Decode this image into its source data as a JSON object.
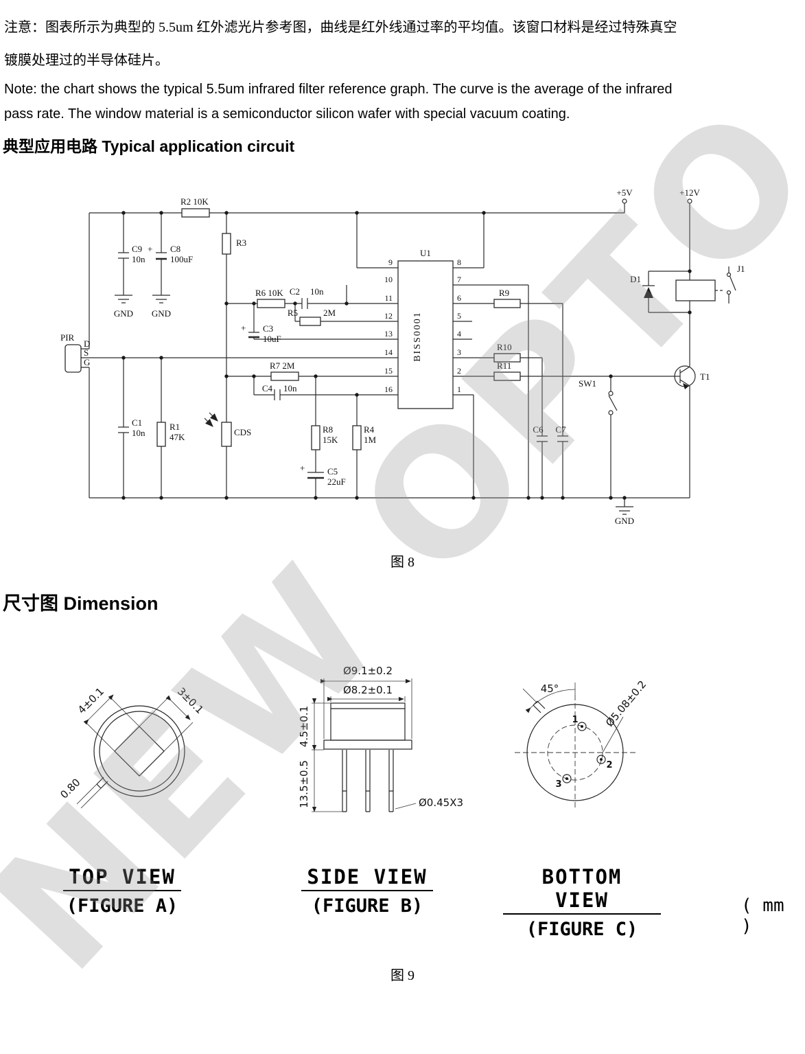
{
  "note": {
    "cn_line1": "注意：图表所示为典型的 5.5um 红外滤光片参考图，曲线是红外线通过率的平均值。该窗口材料是经过特殊真空",
    "cn_line2": "镀膜处理过的半导体硅片。",
    "en_line1": "Note: the chart shows the typical 5.5um infrared filter reference graph. The curve is the average of the infrared",
    "en_line2": "pass rate. The window material is a semiconductor silicon wafer with special vacuum coating."
  },
  "sections": {
    "circuit_heading_cn": "典型应用电路",
    "circuit_heading_en": "Typical application circuit",
    "dimension_heading_cn": "尺寸图",
    "dimension_heading_en": "Dimension",
    "figure8_caption": "图 8",
    "figure9_caption": "图 9"
  },
  "watermark": "NEW OPTO",
  "circuit": {
    "ic_ref": "U1",
    "ic_name": "BISS0001",
    "left_pins": [
      "9",
      "10",
      "11",
      "12",
      "13",
      "14",
      "15",
      "16"
    ],
    "right_pins": [
      "8",
      "7",
      "6",
      "5",
      "4",
      "3",
      "2",
      "1"
    ],
    "labels": {
      "r2": "R2 10K",
      "r3": "R3",
      "c9": "C9",
      "c9_val": "10n",
      "c8": "C8",
      "c8_val": "100uF",
      "gnd": "GND",
      "plus": "+",
      "r6": "R6 10K",
      "c2": "C2",
      "c2_val": "10n",
      "r5": "R5",
      "r5_val": "2M",
      "c3": "C3",
      "c3_val": "10uF",
      "pir": "PIR",
      "pir_d": "D",
      "pir_s": "S",
      "pir_g": "G",
      "r7": "R7 2M",
      "c4": "C4",
      "c4_val": "10n",
      "c1": "C1",
      "c1_val": "10n",
      "r1": "R1",
      "r1_val": "47K",
      "cds": "CDS",
      "r8": "R8",
      "r8_val": "15K",
      "r4": "R4",
      "r4_val": "1M",
      "c5": "C5",
      "c5_val": "22uF",
      "r9": "R9",
      "r10": "R10",
      "r11": "R11",
      "sw1": "SW1",
      "c6": "C6",
      "c7": "C7",
      "v5": "+5V",
      "v12": "+12V",
      "d1": "D1",
      "j1": "J1",
      "t1": "T1"
    }
  },
  "dimensions": {
    "top_view": {
      "title": "TOP VIEW",
      "subtitle": "(FIGURE A)",
      "dims": {
        "d4": "4±0.1",
        "d3": "3±0.1",
        "d080": "0.80"
      }
    },
    "side_view": {
      "title": "SIDE VIEW",
      "subtitle": "(FIGURE B)",
      "dims": {
        "d91": "Ø9.1±0.2",
        "d82": "Ø8.2±0.1",
        "d45": "4.5±0.1",
        "d135": "13.5±0.5",
        "d045": "Ø0.45X3"
      }
    },
    "bottom_view": {
      "title": "BOTTOM VIEW",
      "subtitle": "(FIGURE C)",
      "dims": {
        "a45": "45°",
        "d508": "Ø5.08±0.2",
        "p1": "1",
        "p2": "2",
        "p3": "3"
      }
    },
    "unit": "( mm )"
  }
}
